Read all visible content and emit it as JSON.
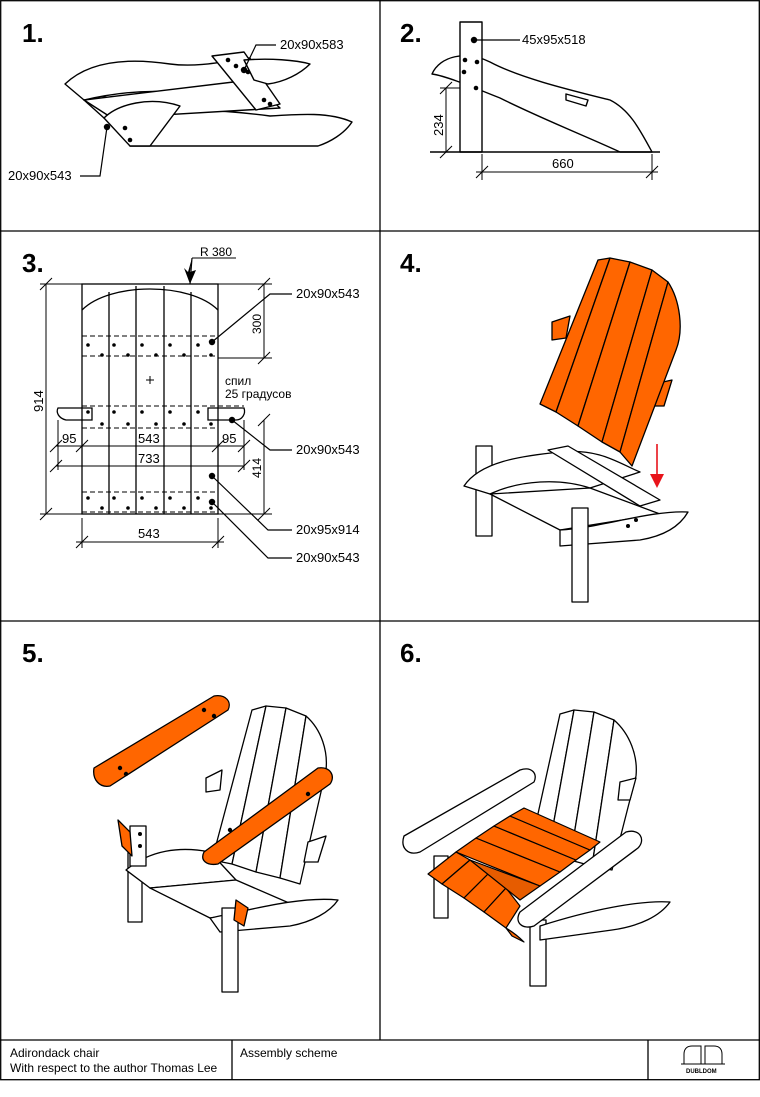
{
  "panels": [
    {
      "number": "1.",
      "labels": [
        "20x90x583",
        "20x90x543"
      ]
    },
    {
      "number": "2.",
      "labels": [
        "45x95x518",
        "234",
        "660"
      ]
    },
    {
      "number": "3.",
      "labels": [
        "R 380",
        "20x90x543",
        "300",
        "914",
        "спил",
        "25 градусов",
        "95",
        "543",
        "95",
        "20x90x543",
        "733",
        "414",
        "20x95x914",
        "543",
        "20x90x543"
      ]
    },
    {
      "number": "4.",
      "labels": []
    },
    {
      "number": "5.",
      "labels": []
    },
    {
      "number": "6.",
      "labels": []
    }
  ],
  "footer": {
    "title_line1": "Adirondack chair",
    "title_line2": "With respect to the author Thomas Lee",
    "scheme": "Assembly scheme",
    "logo_text": "DUBLDOM"
  },
  "colors": {
    "accent": "#FF6600",
    "arrow": "#E8141B",
    "line": "#000000",
    "paper": "#FFFFFF"
  }
}
